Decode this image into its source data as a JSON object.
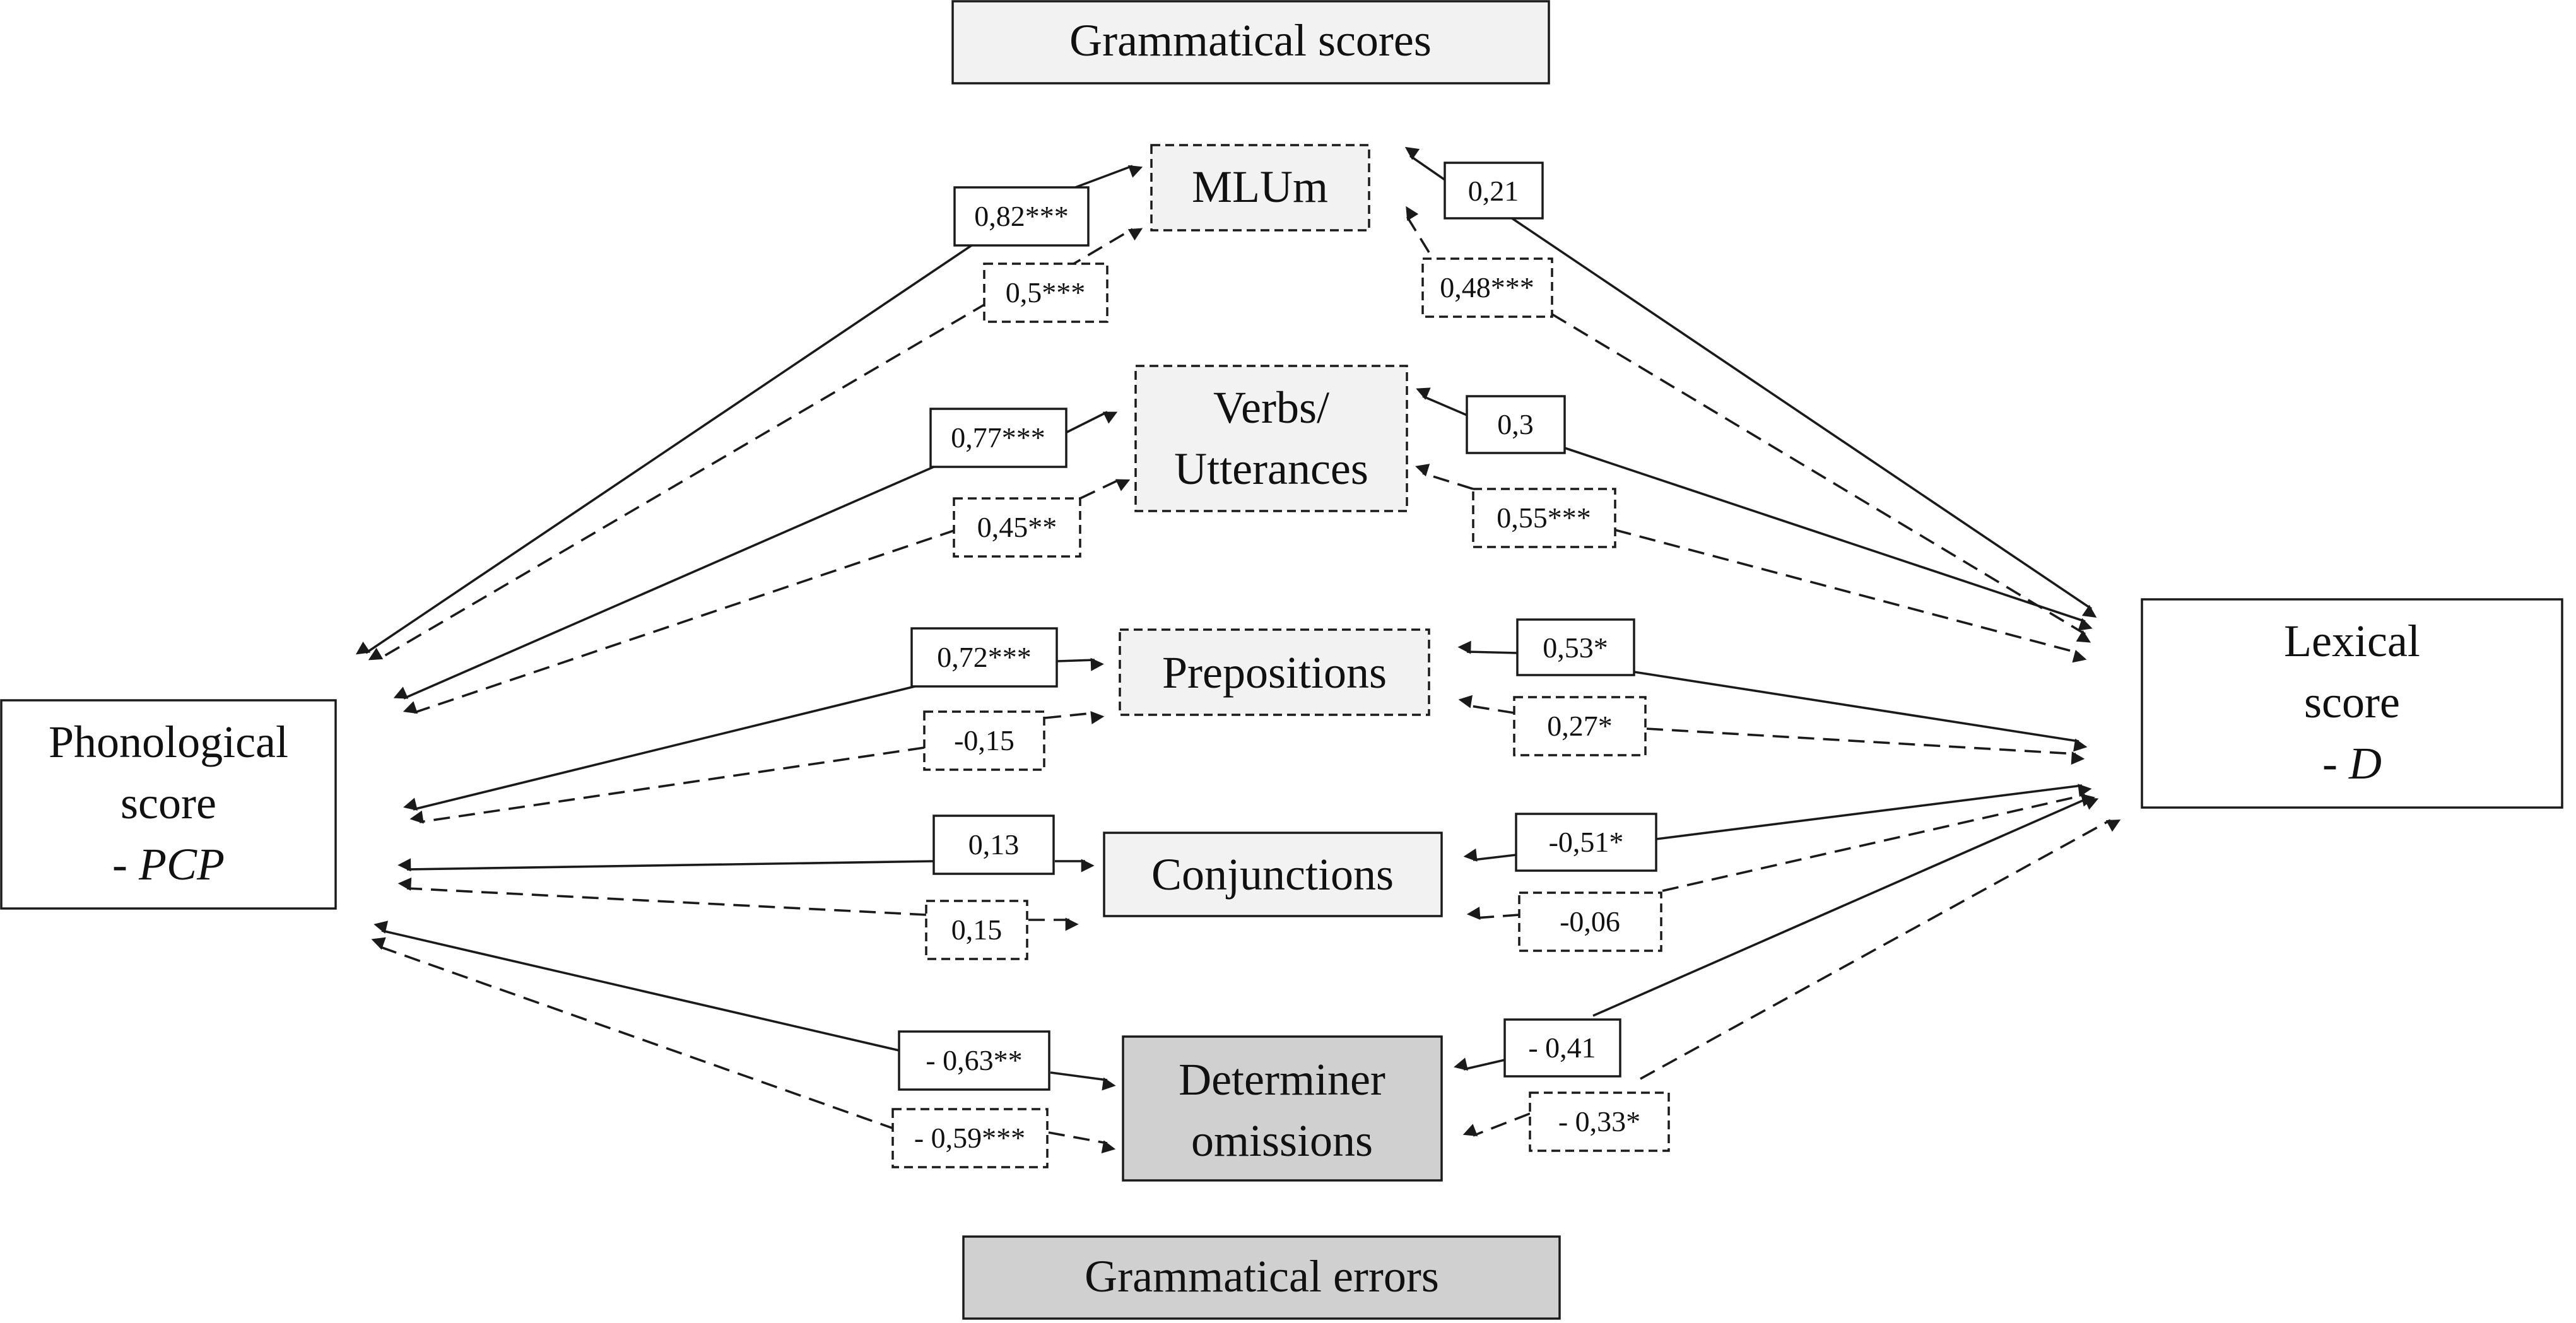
{
  "header": {
    "title": "Grammatical scores"
  },
  "footer": {
    "title": "Grammatical errors"
  },
  "phonological": {
    "line1": "Phonological",
    "line2": "score",
    "line3_prefix": "- ",
    "line3_italic": "PCP"
  },
  "lexical": {
    "line1": "Lexical",
    "line2": "score",
    "line3_prefix": "- ",
    "line3_italic": "D"
  },
  "measures": {
    "mlum": {
      "line1": "MLUm"
    },
    "verbs": {
      "line1": "Verbs/",
      "line2": "Utterances"
    },
    "prepositions": {
      "line1": "Prepositions"
    },
    "conjunctions": {
      "line1": "Conjunctions"
    },
    "determiner": {
      "line1": "Determiner",
      "line2": "omissions"
    }
  },
  "coefficients": {
    "mlum": {
      "phon_solid": "0,82***",
      "phon_dashed": "0,5***",
      "lex_solid": "0,21",
      "lex_dashed": "0,48***"
    },
    "verbs": {
      "phon_solid": "0,77***",
      "phon_dashed": "0,45**",
      "lex_solid": "0,3",
      "lex_dashed": "0,55***"
    },
    "prepositions": {
      "phon_solid": "0,72***",
      "phon_dashed": "-0,15",
      "lex_solid": "0,53*",
      "lex_dashed": "0,27*"
    },
    "conjunctions": {
      "phon_solid": "0,13",
      "phon_dashed": "0,15",
      "lex_solid": "-0,51*",
      "lex_dashed": "-0,06"
    },
    "determiner": {
      "phon_solid": "- 0,63**",
      "phon_dashed": "- 0,59***",
      "lex_solid": "- 0,41",
      "lex_dashed": "- 0,33*"
    }
  },
  "colors": {
    "light_fill": "#f2f2f2",
    "dark_fill": "#d0d0d0",
    "line": "#1a1a1a"
  }
}
